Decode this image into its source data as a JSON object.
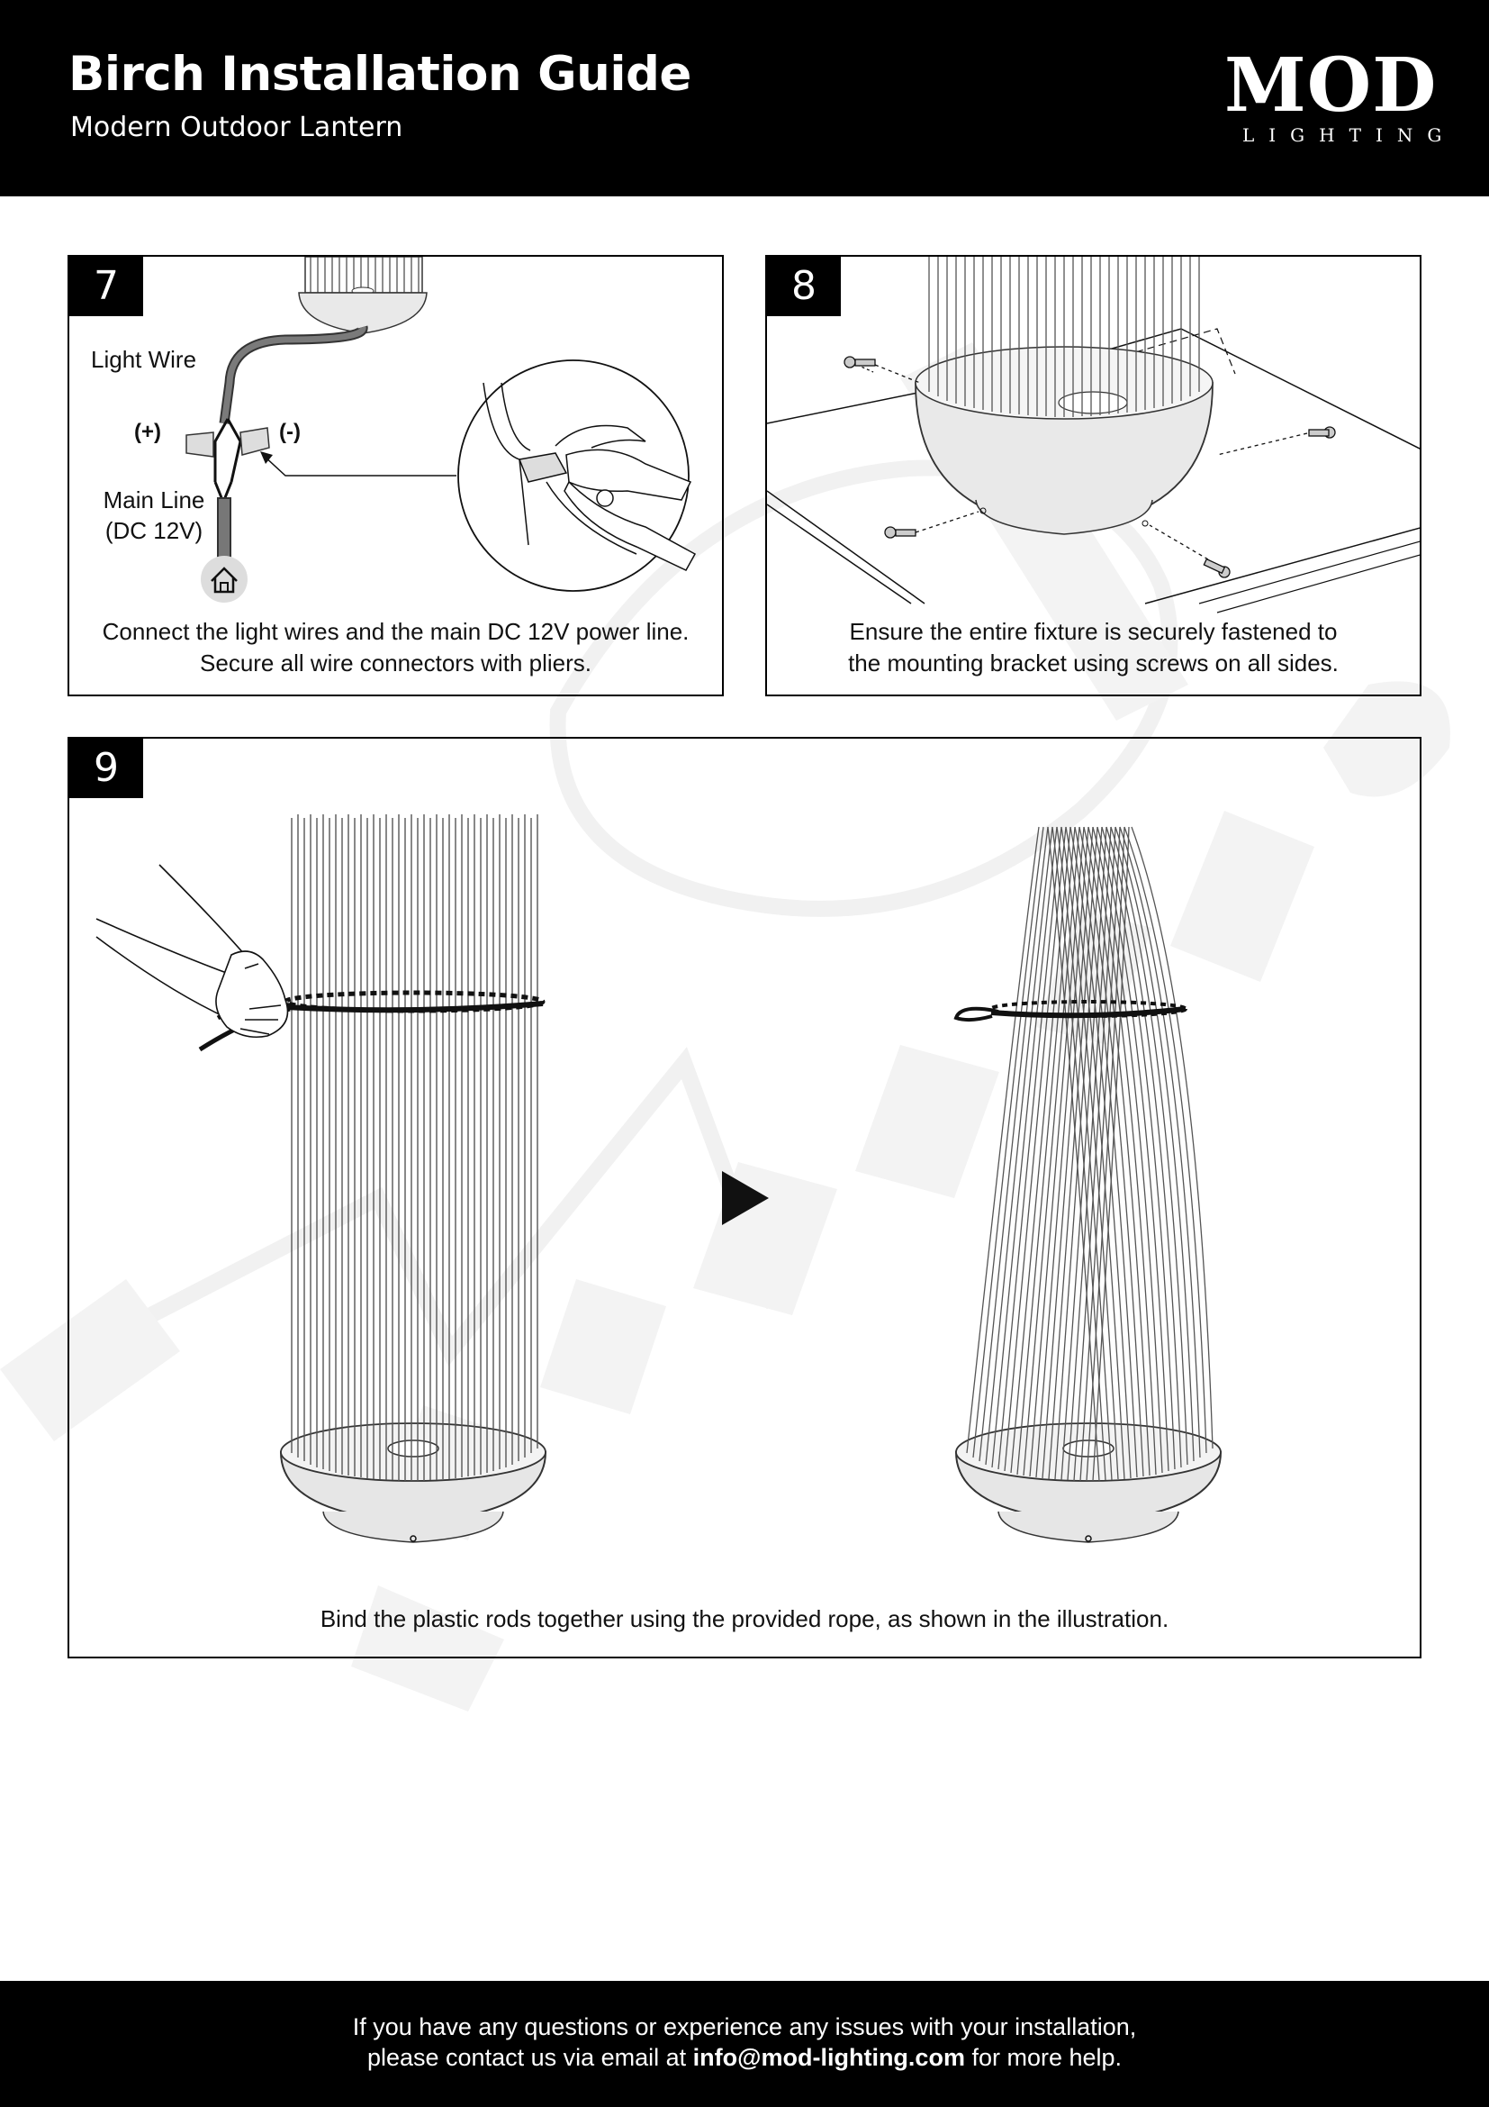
{
  "header": {
    "title": "Birch Installation Guide",
    "subtitle": "Modern Outdoor Lantern",
    "logo_main": "MOD",
    "logo_sub": "LIGHTING"
  },
  "steps": [
    {
      "number": "7",
      "labels": {
        "light_wire": "Light Wire",
        "plus": "(+)",
        "minus": "(-)",
        "main_line": "Main Line",
        "main_line_spec": "(DC 12V)"
      },
      "caption_lines": [
        "Connect the light wires and the main DC 12V power line.",
        "Secure all wire connectors with pliers."
      ]
    },
    {
      "number": "8",
      "caption_lines": [
        "Ensure the entire fixture is securely fastened to",
        "the mounting bracket using screws on all sides."
      ]
    },
    {
      "number": "9",
      "caption_lines": [
        "Bind the plastic rods together using the provided rope, as shown in the illustration."
      ]
    }
  ],
  "footer": {
    "line1": "If you have any questions or experience any issues with your installation,",
    "line2_prefix": "please contact us via email at ",
    "email": "info@mod-lighting.com",
    "line2_suffix": " for more help."
  },
  "icons": [
    "house-icon",
    "wire-connector-icon",
    "pliers-icon",
    "screw-icon",
    "rope-icon",
    "hand-icon",
    "arrow-right-icon"
  ]
}
